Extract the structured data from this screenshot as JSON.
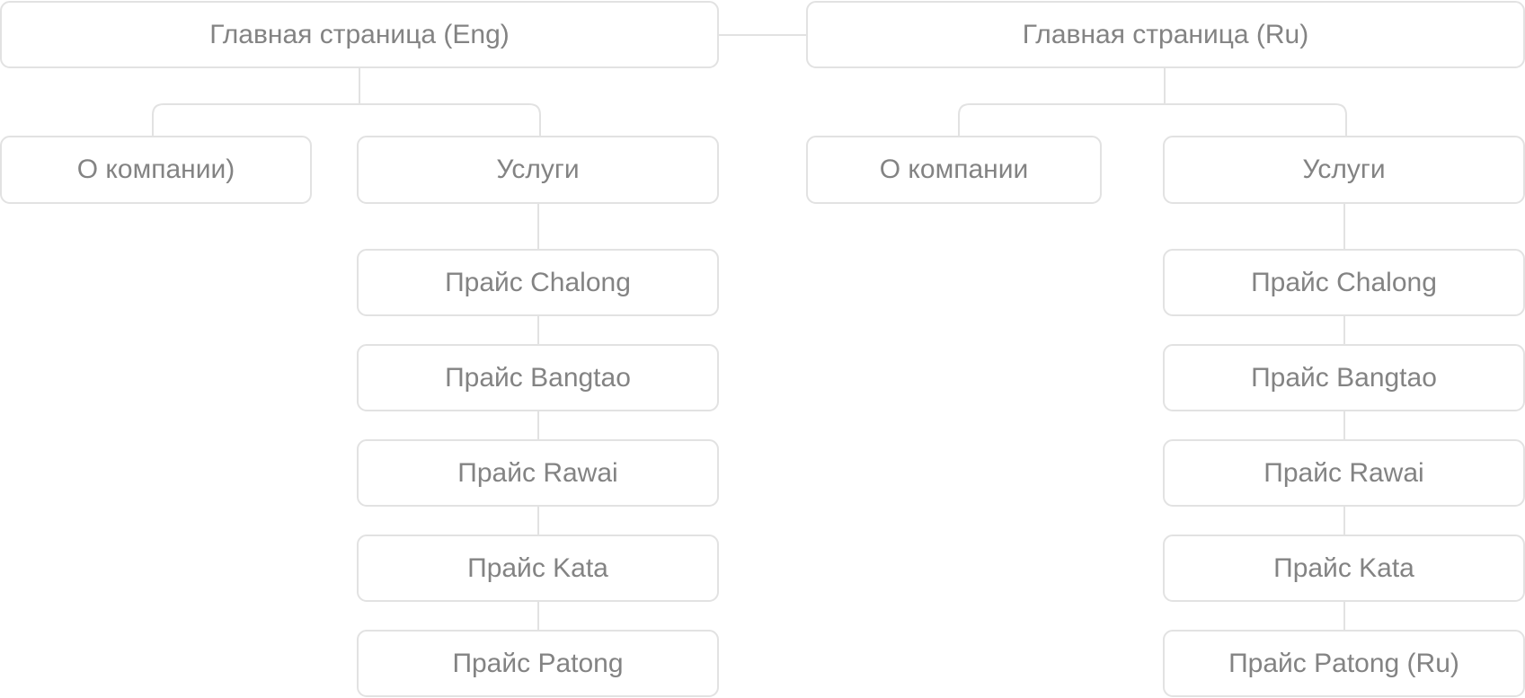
{
  "colors": {
    "border": "#e2e2e2",
    "line": "#e2e2e2",
    "text": "#838383",
    "background": "#ffffff"
  },
  "sitemap": {
    "eng": {
      "home": "Главная страница (Eng)",
      "about": "О компании)",
      "services": "Услуги",
      "prices": [
        "Прайс Chalong",
        "Прайс Bangtao",
        "Прайс Rawai",
        "Прайс Kata",
        "Прайс Patong"
      ]
    },
    "ru": {
      "home": "Главная страница (Ru)",
      "about": "О компании",
      "services": "Услуги",
      "prices": [
        "Прайс Chalong",
        "Прайс Bangtao",
        "Прайс Rawai",
        "Прайс Kata",
        "Прайс Patong (Ru)"
      ]
    }
  }
}
